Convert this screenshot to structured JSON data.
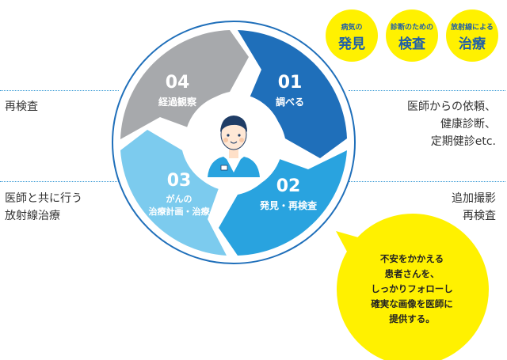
{
  "badges": [
    {
      "small": "病気の",
      "big": "発見"
    },
    {
      "small": "診断のための",
      "big": "検査"
    },
    {
      "small": "放射線による",
      "big": "治療"
    }
  ],
  "segments": [
    {
      "number": "01",
      "label": "調べる",
      "color": "#1f6fba"
    },
    {
      "number": "02",
      "label": "発見・再検査",
      "color": "#29a3df"
    },
    {
      "number": "03",
      "label_line1": "がんの",
      "label_line2": "治療計画・治療",
      "color": "#7ccbee"
    },
    {
      "number": "04",
      "label": "経過観察",
      "color": "#a7a9ac"
    }
  ],
  "side_labels": {
    "left_top": "再検査",
    "left_bottom_1": "医師と共に行う",
    "left_bottom_2": "放射線治療",
    "right_top_1": "医師からの依頼、",
    "right_top_2": "健康診断、",
    "right_top_3": "定期健診etc.",
    "right_bottom_1": "追加撮影",
    "right_bottom_2": "再検査"
  },
  "bubble_lines": [
    "不安をかかえる",
    "患者さんを、",
    "しっかりフォローし",
    "確実な画像を医師に",
    "提供する。"
  ],
  "colors": {
    "accent_yellow": "#fff100",
    "badge_text": "#1f5ea8",
    "dotted_line": "#3a9bd5"
  }
}
